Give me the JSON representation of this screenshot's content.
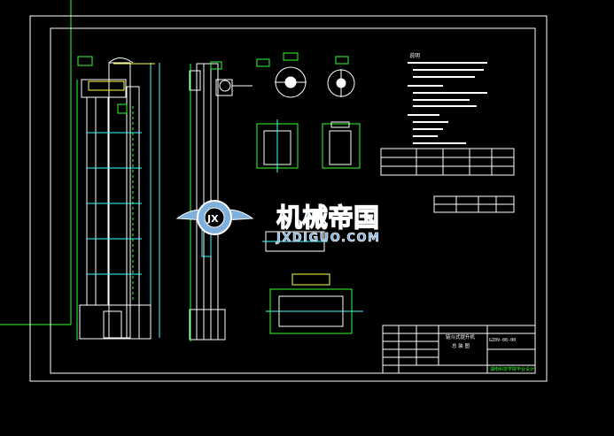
{
  "colors": {
    "background": "#000000",
    "line_white": "#ffffff",
    "line_green": "#33ff33",
    "line_cyan": "#40ffff",
    "line_yellow": "#ffff40",
    "watermark_blue": "#7fb0dd",
    "watermark_outline": "#ffffff"
  },
  "watermark": {
    "cn": "机械帝国",
    "en": "JXDIGUO.COM",
    "logo": "JX"
  },
  "titleblock": {
    "drawing_no": "GZ09-00-00",
    "name_line1": "链斗式提升机",
    "name_line2": "总 装 图",
    "school": "湖南科技学院毕业设计"
  },
  "notes": {
    "heading": "说明"
  },
  "icons": [
    "gear-wings-logo-icon"
  ]
}
